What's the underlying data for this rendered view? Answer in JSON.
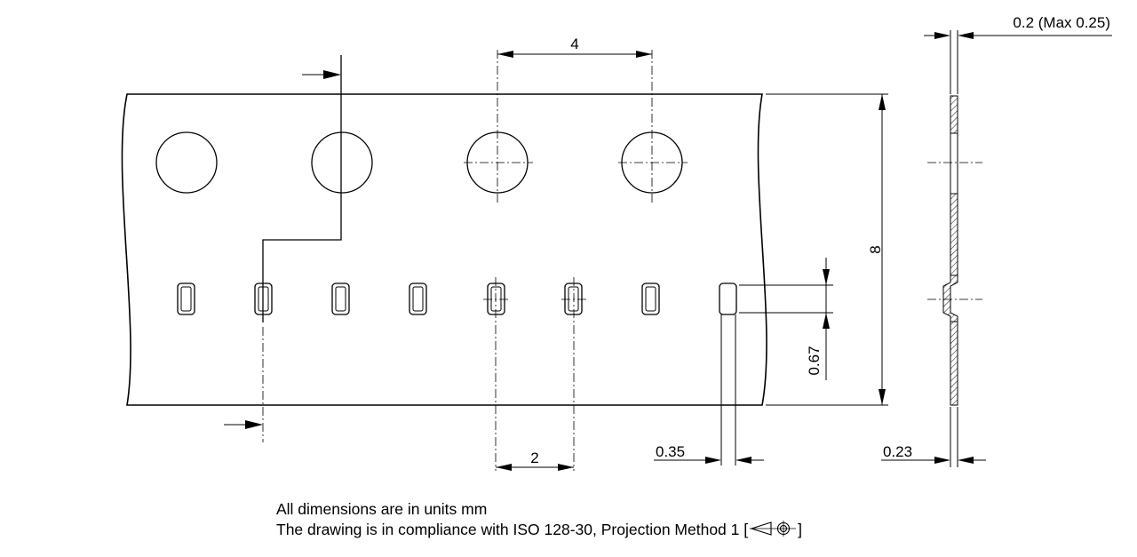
{
  "drawing": {
    "dimensions": {
      "sprocket_pitch": "4",
      "tape_width": "8",
      "pocket_pitch": "2",
      "pocket_width": "0.67",
      "pocket_depth": "0.35",
      "tape_thickness": "0.2 (Max 0.25)",
      "cover_thickness": "0.23"
    },
    "colors": {
      "line": "#000000",
      "background": "#ffffff"
    }
  },
  "notes": {
    "units": "All dimensions are in units mm",
    "compliance_prefix": "The drawing is in compliance with ISO 128-30, Projection Method 1 [",
    "compliance_suffix": "]",
    "projection_symbol": "first-angle-projection-icon"
  }
}
